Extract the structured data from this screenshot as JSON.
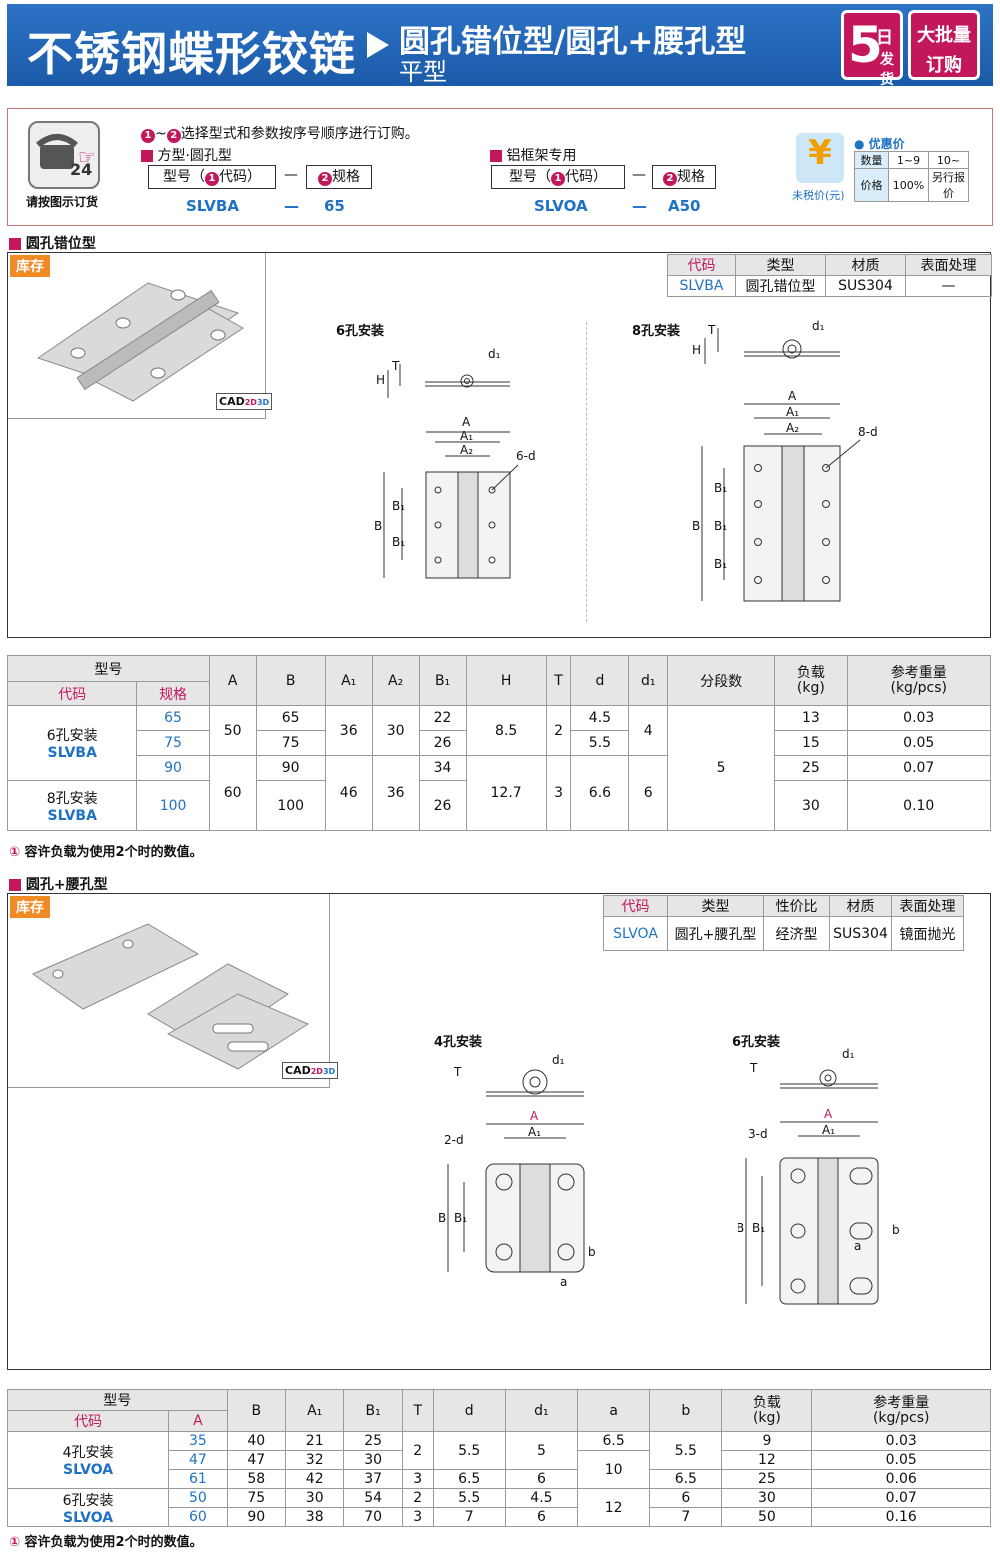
{
  "header": {
    "title": "不锈钢蝶形铰链",
    "subtitle": "圆孔错位型/圆孔+腰孔型",
    "subtitle2": "平型",
    "badge1_big": "5",
    "badge1_small1": "日",
    "badge1_small2": "发货",
    "badge2_line1": "大批量",
    "badge2_line2": "订购"
  },
  "order": {
    "phone_label": "请按图示订货",
    "instruction": "选择型式和参数按序号顺序进行订购。",
    "n1": "1",
    "n2": "2",
    "tilde": "~",
    "left": {
      "title": "方型·圆孔型",
      "field1": "型号（",
      "field1_code": "代码）",
      "field2": "规格",
      "dash": "—",
      "ex1": "SLVBA",
      "ex2": "65"
    },
    "right": {
      "title": "铝框架专用",
      "field1": "型号（",
      "field1_code": "代码）",
      "field2": "规格",
      "dash": "—",
      "ex1": "SLVOA",
      "ex2": "A50"
    },
    "price": {
      "yen": "¥",
      "label": "未税价(元)",
      "title": "优惠价",
      "qty_label": "数量",
      "q1": "1~9",
      "q2": "10~",
      "price_label": "价格",
      "p1": "100%",
      "p2": "另行报价"
    }
  },
  "sec1": {
    "title": "圆孔错位型",
    "stock": "库存",
    "cad": "CAD",
    "cad2": "2D",
    "cad3": "3D",
    "h_code": "代码",
    "h_type": "类型",
    "h_mat": "材质",
    "h_surf": "表面处理",
    "code": "SLVBA",
    "type": "圆孔错位型",
    "mat": "SUS304",
    "surf": "—",
    "d6": "6孔安装",
    "d8": "8孔安装",
    "lblA": "A",
    "lblA1": "A₁",
    "lblA2": "A₂",
    "lblB": "B",
    "lblB1": "B₁",
    "lblH": "H",
    "lblT": "T",
    "lbld1": "d₁",
    "lbl6d": "6-d",
    "lbl8d": "8-d"
  },
  "t1": {
    "h_model": "型号",
    "h_code": "代码",
    "h_spec": "规格",
    "cols": [
      "A",
      "B",
      "A₁",
      "A₂",
      "B₁",
      "H",
      "T",
      "d",
      "d₁",
      "分段数",
      "负载\n(kg)",
      "参考重量\n(kg/pcs)"
    ],
    "g1": "6孔安装",
    "g1c": "SLVBA",
    "g2": "8孔安装",
    "g2c": "SLVBA",
    "s": [
      "65",
      "75",
      "90",
      "100"
    ],
    "A1": "50",
    "A2": "60",
    "B": [
      "65",
      "75",
      "90",
      "100"
    ],
    "A1v": "36",
    "A1v2": "46",
    "A2v": "30",
    "A2v2": "36",
    "B1": [
      "22",
      "26",
      "34",
      "26"
    ],
    "H": "8.5",
    "H2": "12.7",
    "T": "2",
    "T2": "3",
    "d": [
      "4.5",
      "5.5",
      "6.6"
    ],
    "d1": "4",
    "d1b": "6",
    "seg": "5",
    "load": [
      "13",
      "15",
      "25",
      "30"
    ],
    "wt": [
      "0.03",
      "0.05",
      "0.07",
      "0.10"
    ],
    "note_icon": "①",
    "note": "容许负载为使用2个时的数值。"
  },
  "sec2": {
    "title": "圆孔+腰孔型",
    "stock": "库存",
    "cad": "CAD",
    "cad2": "2D",
    "cad3": "3D",
    "h_code": "代码",
    "h_type": "类型",
    "h_cost": "性价比",
    "h_mat": "材质",
    "h_surf": "表面处理",
    "code": "SLVOA",
    "type": "圆孔+腰孔型",
    "cost": "经济型",
    "mat": "SUS304",
    "surf": "镜面抛光",
    "d4": "4孔安装",
    "d6": "6孔安装",
    "lblA": "A",
    "lblA1": "A₁",
    "lblB": "B",
    "lblB1": "B₁",
    "lblT": "T",
    "lbld1": "d₁",
    "lbl2d": "2-d",
    "lbl3d": "3-d",
    "lbla": "a",
    "lblb": "b"
  },
  "t2": {
    "h_model": "型号",
    "h_code": "代码",
    "h_A": "A",
    "cols": [
      "B",
      "A₁",
      "B₁",
      "T",
      "d",
      "d₁",
      "a",
      "b",
      "负载\n(kg)",
      "参考重量\n(kg/pcs)"
    ],
    "g1": "4孔安装",
    "g1c": "SLVOA",
    "g2": "6孔安装",
    "g2c": "SLVOA",
    "A": [
      "35",
      "47",
      "61",
      "50",
      "60"
    ],
    "B": [
      "40",
      "47",
      "58",
      "75",
      "90"
    ],
    "A1": [
      "21",
      "32",
      "42",
      "30",
      "38"
    ],
    "B1": [
      "25",
      "30",
      "37",
      "54",
      "70"
    ],
    "T": [
      "2",
      "3",
      "2",
      "3"
    ],
    "d": [
      "5.5",
      "6.5",
      "5.5",
      "7"
    ],
    "d1": [
      "5",
      "6",
      "4.5",
      "6"
    ],
    "a": [
      "6.5",
      "10",
      "12"
    ],
    "b": [
      "5.5",
      "6.5",
      "6",
      "7"
    ],
    "load": [
      "9",
      "12",
      "25",
      "30",
      "50"
    ],
    "wt": [
      "0.03",
      "0.05",
      "0.06",
      "0.07",
      "0.16"
    ],
    "note_icon": "①",
    "note": "容许负载为使用2个时的数值。"
  }
}
